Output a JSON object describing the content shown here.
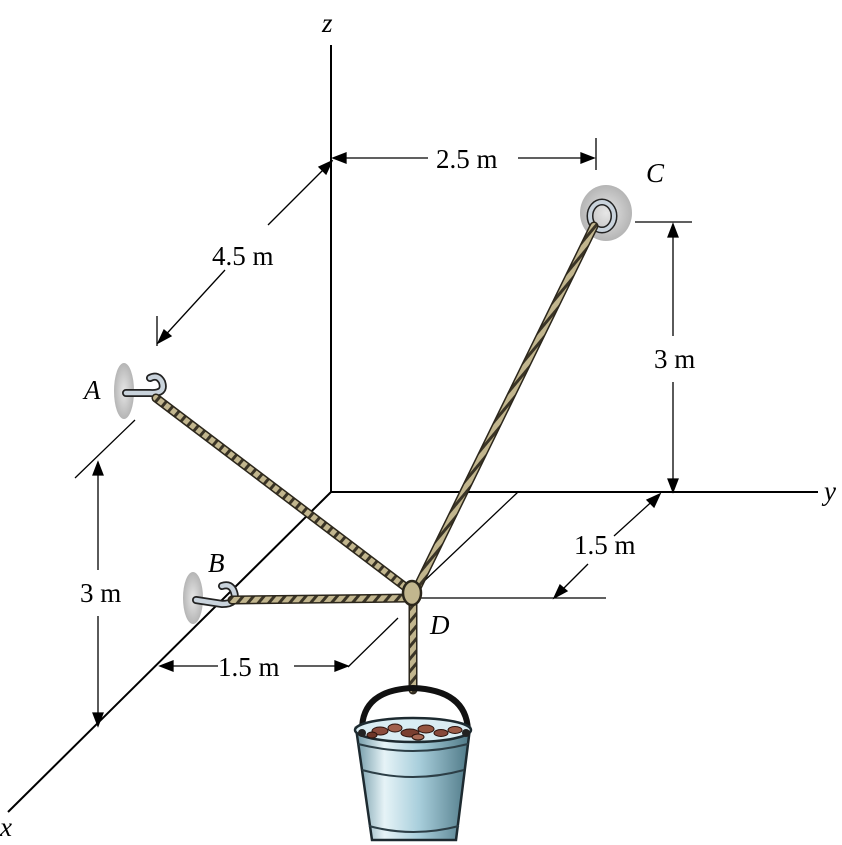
{
  "figure": {
    "axes": {
      "x": "x",
      "y": "y",
      "z": "z"
    },
    "points": {
      "A": "A",
      "B": "B",
      "C": "C",
      "D": "D"
    },
    "dimensions": {
      "c_y_offset": "2.5 m",
      "a_x_offset": "4.5 m",
      "c_height": "3 m",
      "a_height": "3 m",
      "d_y_offset": "1.5 m",
      "b_offset": "1.5 m"
    }
  },
  "colors": {
    "rope": "#b9ad86",
    "rope_dark": "#3a3426",
    "hook": "#c9d3dc",
    "wall_plate": "#c8c8c8",
    "bucket": "#a9cfdc",
    "bucket_dark": "#5e8796",
    "rocks": "#8b4b3c"
  }
}
